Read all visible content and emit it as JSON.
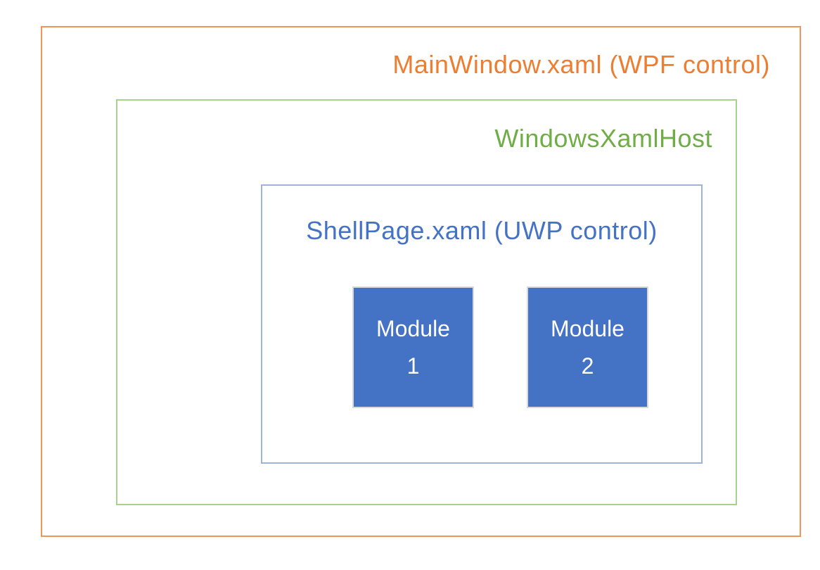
{
  "colors": {
    "background": "#FFFFFF",
    "orange-text": "#ED7D31",
    "orange-border": "#F0945A",
    "green-text": "#70AD47",
    "green-border": "#A9D18E",
    "blue-text": "#4472C4",
    "blue-border": "#9BB3DF",
    "module-fill": "#4472C4",
    "module-border": "#D9D9D9",
    "module-text": "#FFFFFF"
  },
  "diagram": {
    "wpf_window": {
      "label": "MainWindow.xaml (WPF control)"
    },
    "xaml_host": {
      "label": "WindowsXamlHost"
    },
    "shell_page": {
      "label": "ShellPage.xaml (UWP control)"
    },
    "modules": [
      {
        "lines": [
          "Module",
          "1"
        ]
      },
      {
        "lines": [
          "Module",
          "2"
        ]
      }
    ]
  }
}
